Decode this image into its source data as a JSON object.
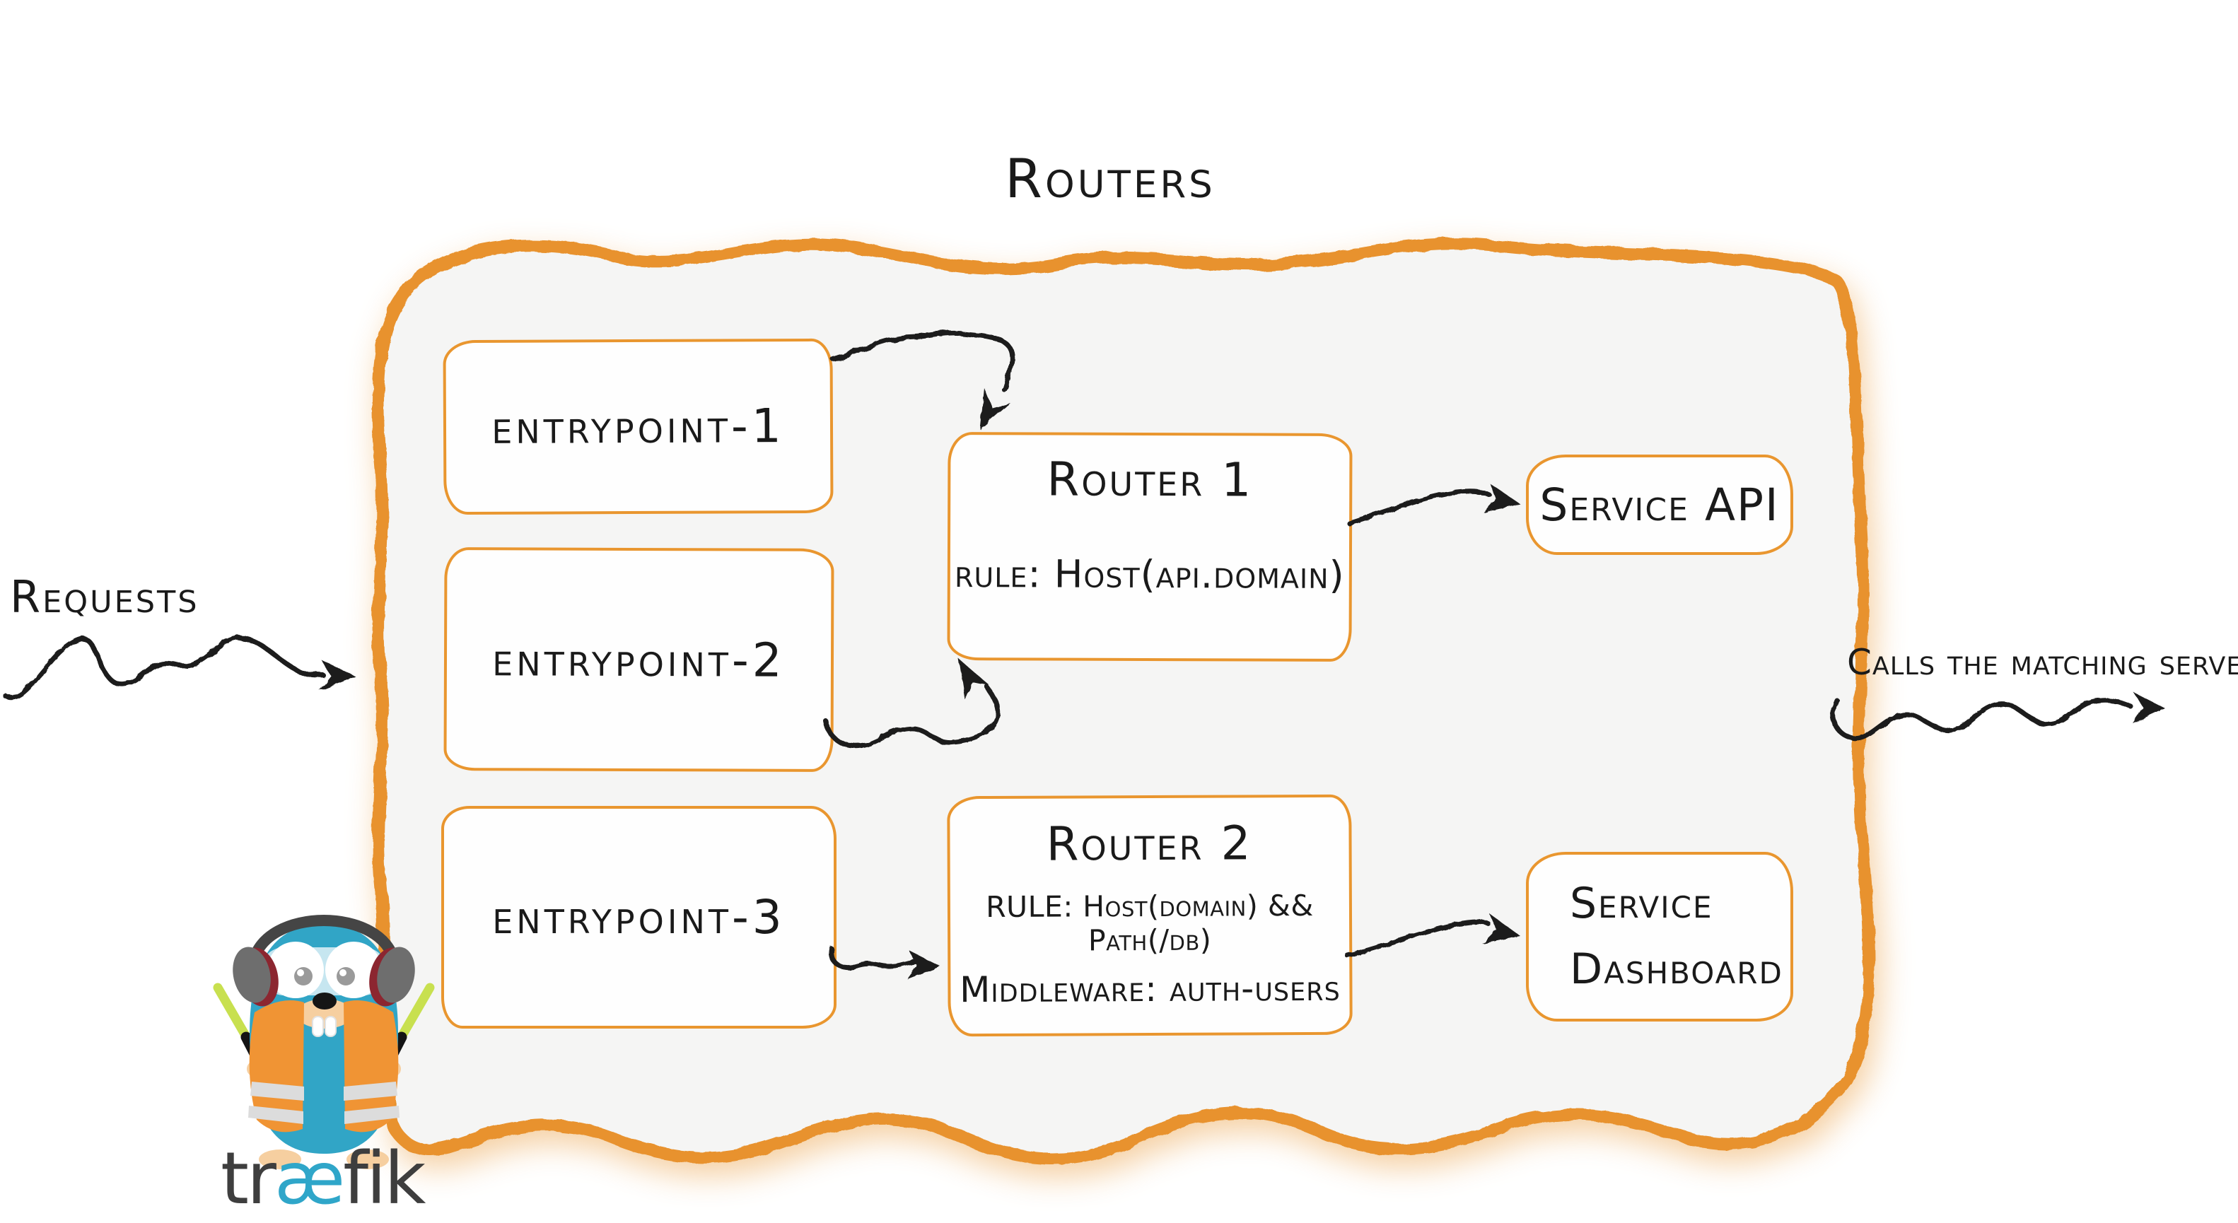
{
  "page": {
    "background": "#ffffff",
    "panel_fill": "#f5f5f4"
  },
  "colors": {
    "accent_orange": "#e8922d",
    "box_border_orange": "#e9962f",
    "ink": "#1a1a1a",
    "teal": "#2fa6c9",
    "vest_orange": "#f09434",
    "baton_green": "#c8e04f"
  },
  "diagram": {
    "title": "Routers",
    "left_annotation": "Requests",
    "right_annotation": "Calls the matching server",
    "entrypoints": [
      {
        "label": "entrypoint-1"
      },
      {
        "label": "entrypoint-2"
      },
      {
        "label": "entrypoint-3"
      }
    ],
    "routers": [
      {
        "title": "Router 1",
        "rule": "rule: Host(api.domain)"
      },
      {
        "title": "Router 2",
        "rule": "RULE: Host(domain) && Path(/db)",
        "middleware": "Middleware: auth-users"
      }
    ],
    "services": [
      {
        "label": "Service API"
      },
      {
        "label": "Service Dashboard"
      }
    ]
  },
  "logo": {
    "word_pre": "tr",
    "word_ae": "æ",
    "word_post": "fik"
  }
}
